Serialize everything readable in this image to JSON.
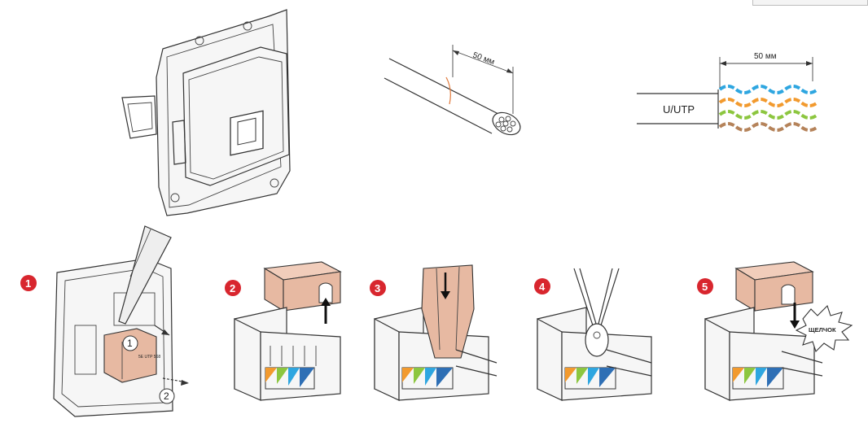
{
  "measure_label_cable": "50 мм",
  "measure_label_wires": "50 мм",
  "cable_type_label": "U/UTP",
  "click_label": "ЩЕЛЧОК",
  "substep_1": "1",
  "substep_2": "2",
  "jack_marking": "5E UTP\n568",
  "steps": [
    {
      "number": "1"
    },
    {
      "number": "2"
    },
    {
      "number": "3"
    },
    {
      "number": "4"
    },
    {
      "number": "5"
    }
  ],
  "wire_colors": [
    "#2ea6e0",
    "#f29a2e",
    "#8cc63f",
    "#b5835a"
  ],
  "accent_color": "#d8262e",
  "cap_color": "#e7b9a2"
}
